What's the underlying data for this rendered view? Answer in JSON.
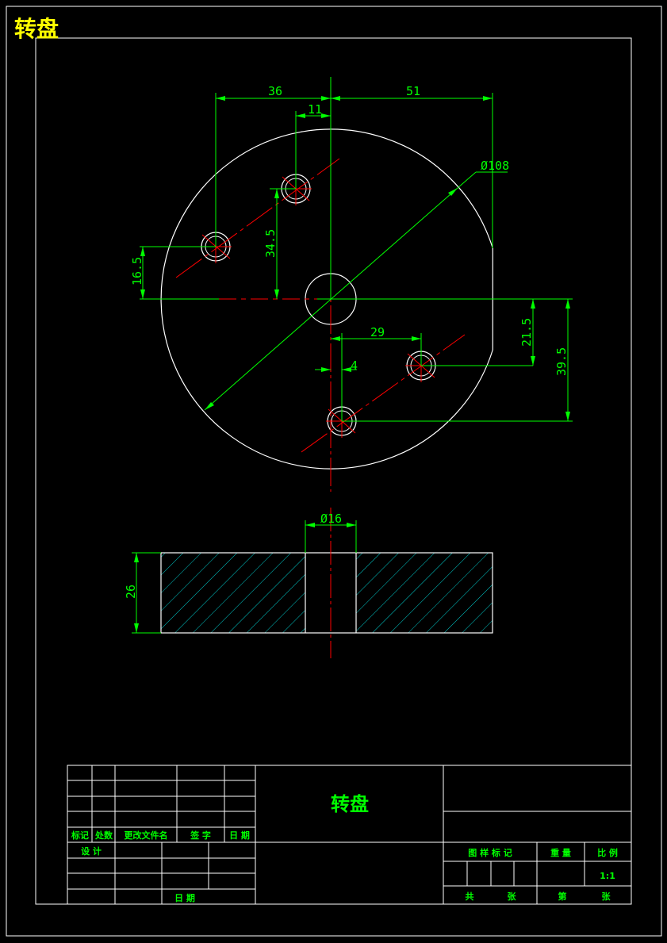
{
  "drawing": {
    "corner_title": "转盘",
    "colors": {
      "outline": "#ffffff",
      "dimension": "#00ff00",
      "centerline": "#ff0000",
      "hatch": "#00c8c8",
      "corner_title": "#ffff00"
    }
  },
  "top_view": {
    "dimensions": {
      "d36": "36",
      "d51": "51",
      "d11": "11",
      "d108": "Ø108",
      "d34_5": "34.5",
      "d16_5": "16.5",
      "d21_5": "21.5",
      "d39_5": "39.5",
      "d29": "29",
      "d4": "4"
    }
  },
  "section_view": {
    "dimensions": {
      "d16": "Ø16",
      "d26": "26"
    }
  },
  "title_block": {
    "part_name": "转盘",
    "rev_headers": [
      "标记",
      "处数",
      "更改文件名",
      "签 字",
      "日 期"
    ],
    "design_label": "设  计",
    "date_label": "日  期",
    "pattern_mark_label": "图 样 标 记",
    "weight_label": "重  量",
    "scale_label": "比  例",
    "scale_value": "1:1",
    "total_label": "共",
    "sheets_unit1": "张",
    "sheet_label": "第",
    "sheets_unit2": "张"
  }
}
